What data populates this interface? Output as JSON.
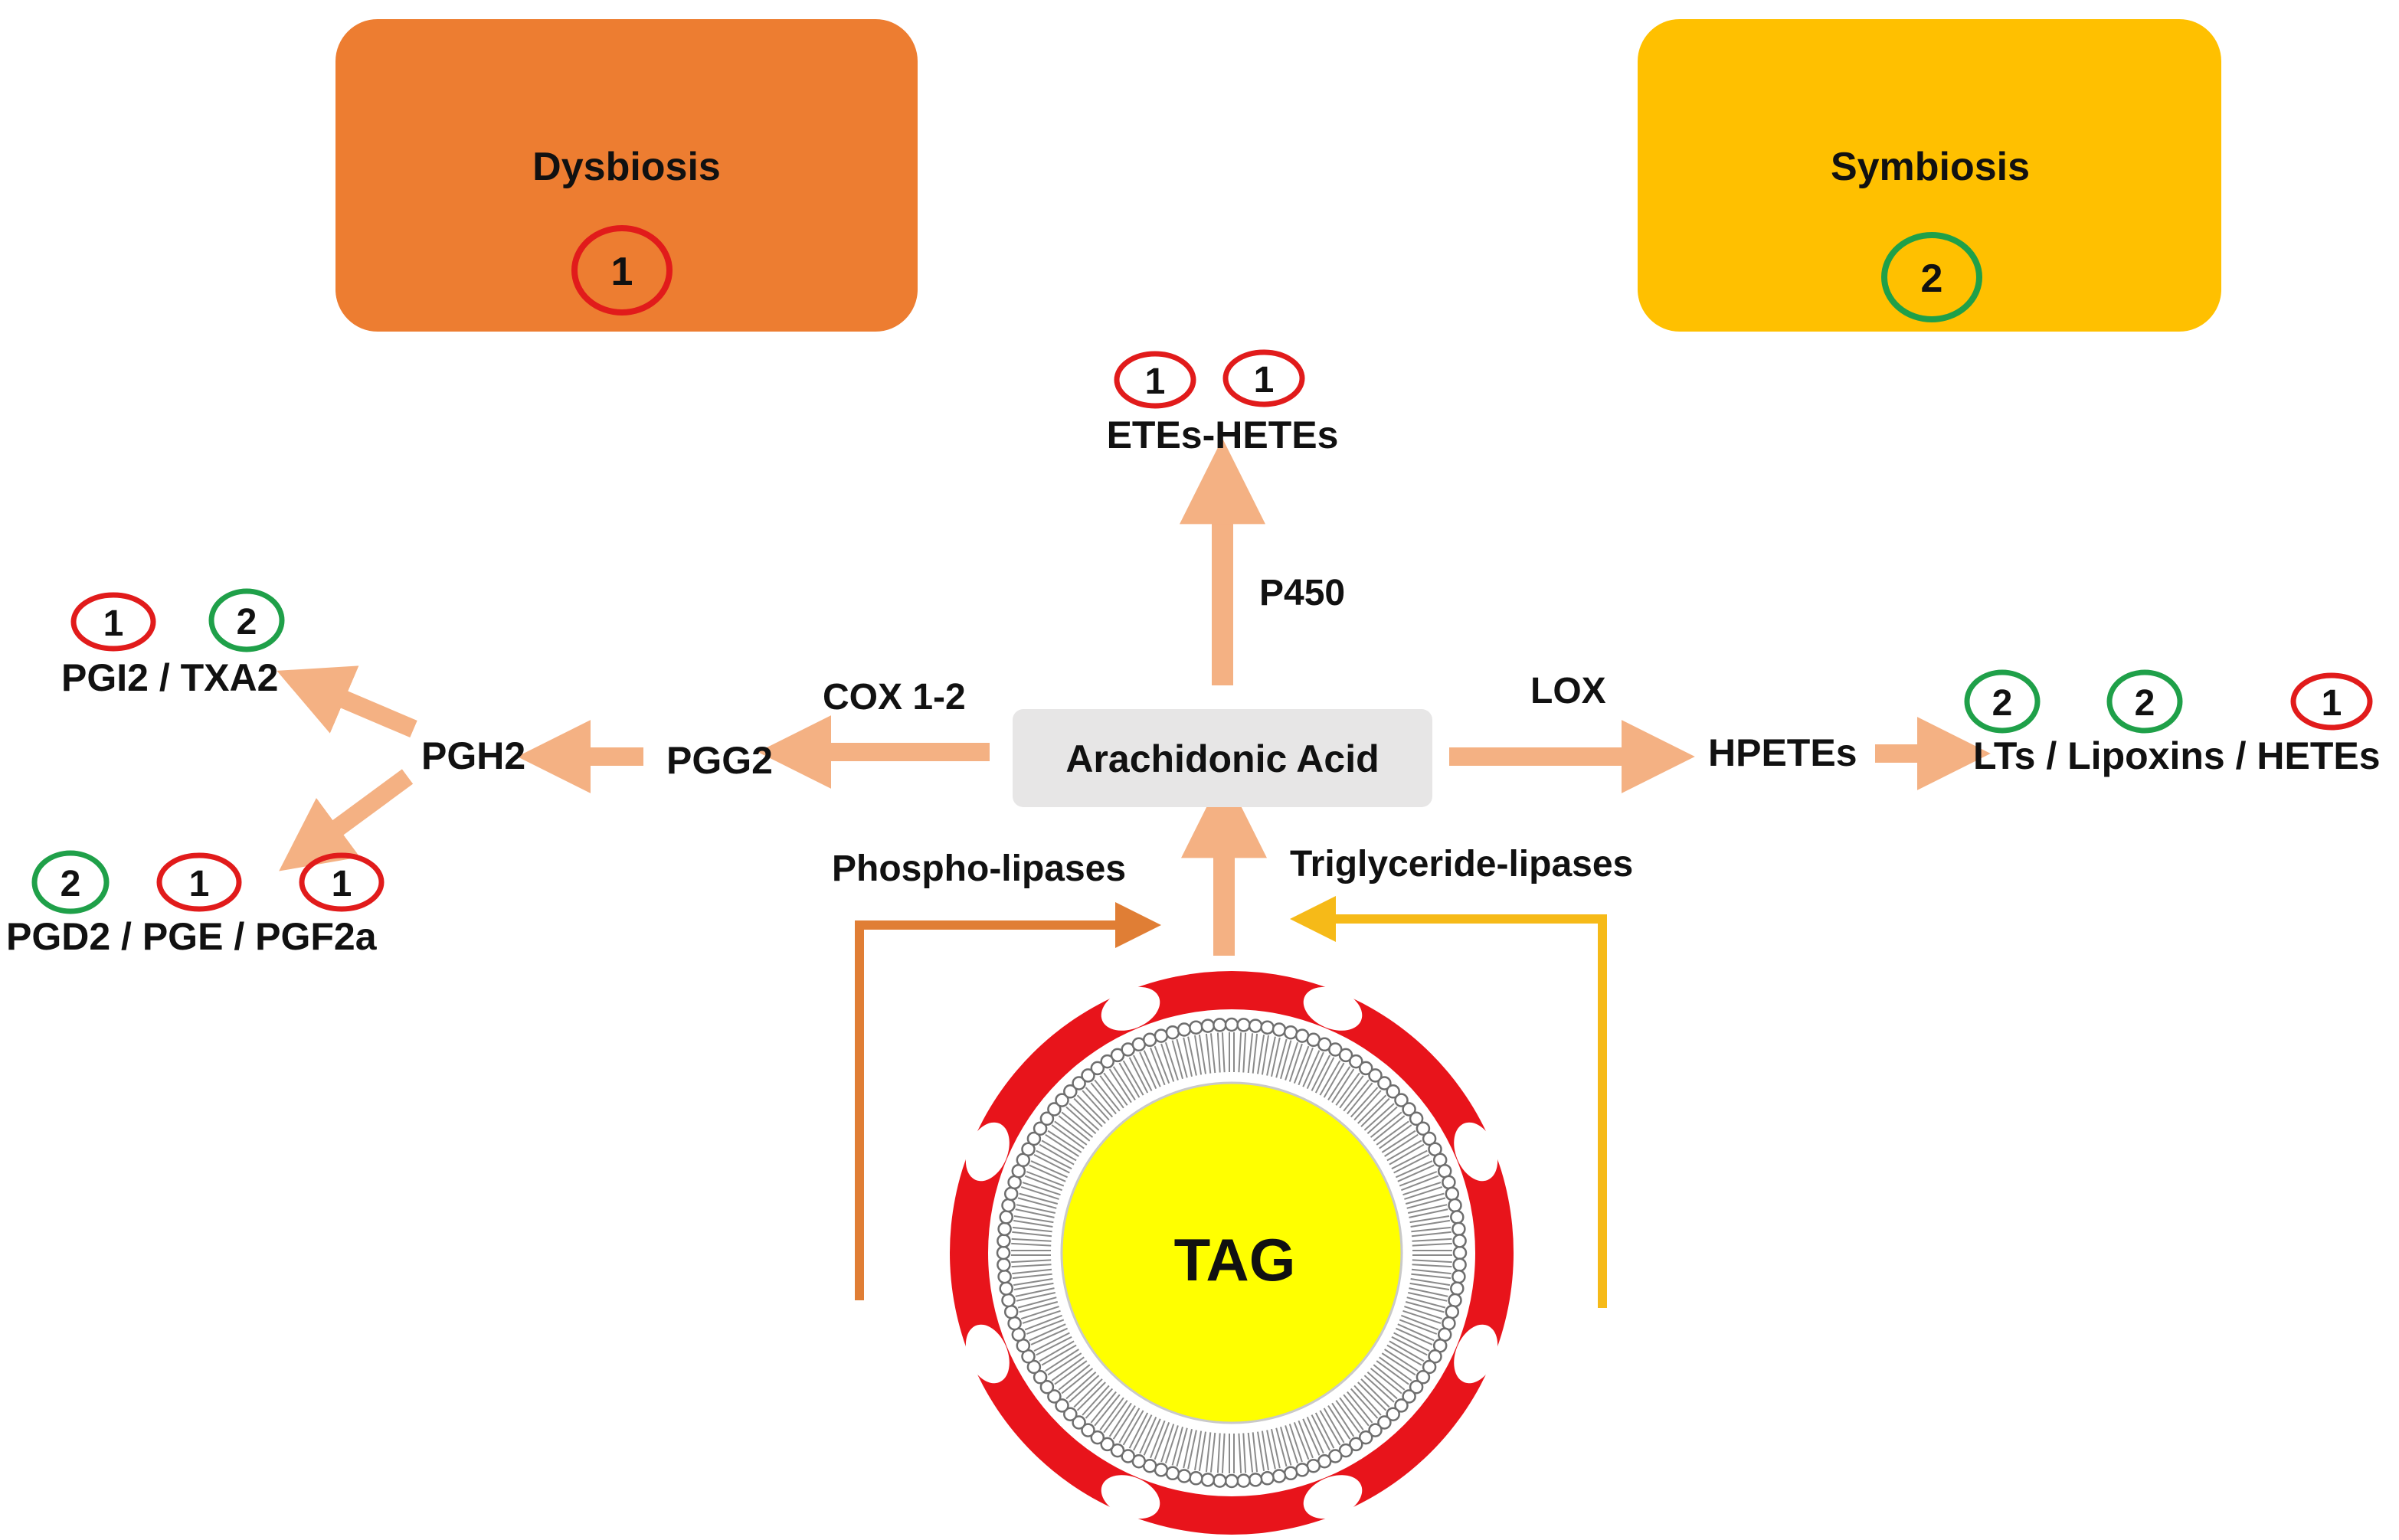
{
  "colors": {
    "dysbiosis": "#ED7D31",
    "symbiosis": "#FFC000",
    "arrow": "#F4B183",
    "phospho_arrow": "#E07E35",
    "trig_arrow": "#F6BA18",
    "red_mark": "#E11B1B",
    "green_mark": "#1FA049",
    "aa_box": "#E7E6E6",
    "tag_core": "#FFFF00",
    "lipid_ring": "#E8141B"
  },
  "boxes": {
    "dysbiosis": {
      "title": "Dysbiosis",
      "badge": "1"
    },
    "symbiosis": {
      "title": "Symbiosis",
      "badge": "2"
    }
  },
  "center": {
    "label": "Arachidonic Acid"
  },
  "enzymes": {
    "p450": "P450",
    "cox": "COX 1-2",
    "lox": "LOX",
    "phospho": "Phospho-lipases",
    "trig": "Triglyceride-lipases"
  },
  "metabolites": {
    "etes": "ETEs-HETEs",
    "pgg2": "PGG2",
    "pgh2": "PGH2",
    "pgi2": "PGI2 / TXA2",
    "pgd2": "PGD2 / PGE / PGF2a",
    "hpetes": "HPETEs",
    "lts": "LTs / Lipoxins / HETEs"
  },
  "badges": {
    "etes": [
      "1",
      "1"
    ],
    "pgi2": [
      "1",
      "2"
    ],
    "pgd2": [
      "2",
      "1",
      "1"
    ],
    "lts": [
      "2",
      "2",
      "1"
    ]
  },
  "droplet": {
    "label": "TAG"
  }
}
